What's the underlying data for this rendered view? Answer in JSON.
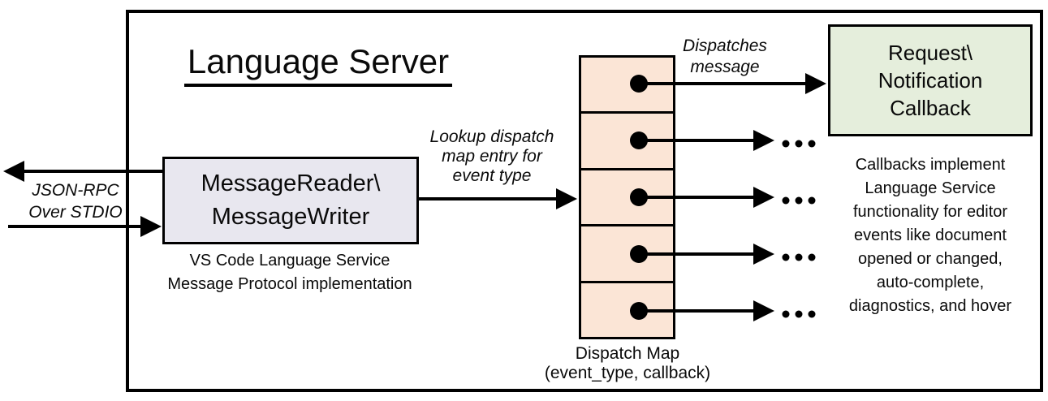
{
  "title": "Language Server",
  "stdio": {
    "label": "JSON-RPC\nOver STDIO"
  },
  "reader_box": {
    "line1": "MessageReader\\",
    "line2": "MessageWriter",
    "caption": "VS Code Language Service\nMessage Protocol implementation"
  },
  "lookup_label": "Lookup dispatch\nmap entry for\nevent type",
  "dispatches_label": "Dispatches\nmessage",
  "dispatch_map": {
    "cell_count": 5,
    "caption": "Dispatch Map\n(event_type, callback)"
  },
  "callback_box": {
    "label": "Request\\\nNotification\nCallback",
    "caption": "Callbacks implement\nLanguage Service\nfunctionality for editor\nevents like document\nopened or changed,\nauto-complete,\ndiagnostics, and hover"
  },
  "colors": {
    "reader_box_fill": "#e8e7ef",
    "dispatch_map_fill": "#fbe5d6",
    "callback_box_fill": "#e5eedc",
    "stroke": "#000000",
    "background": "#ffffff"
  }
}
